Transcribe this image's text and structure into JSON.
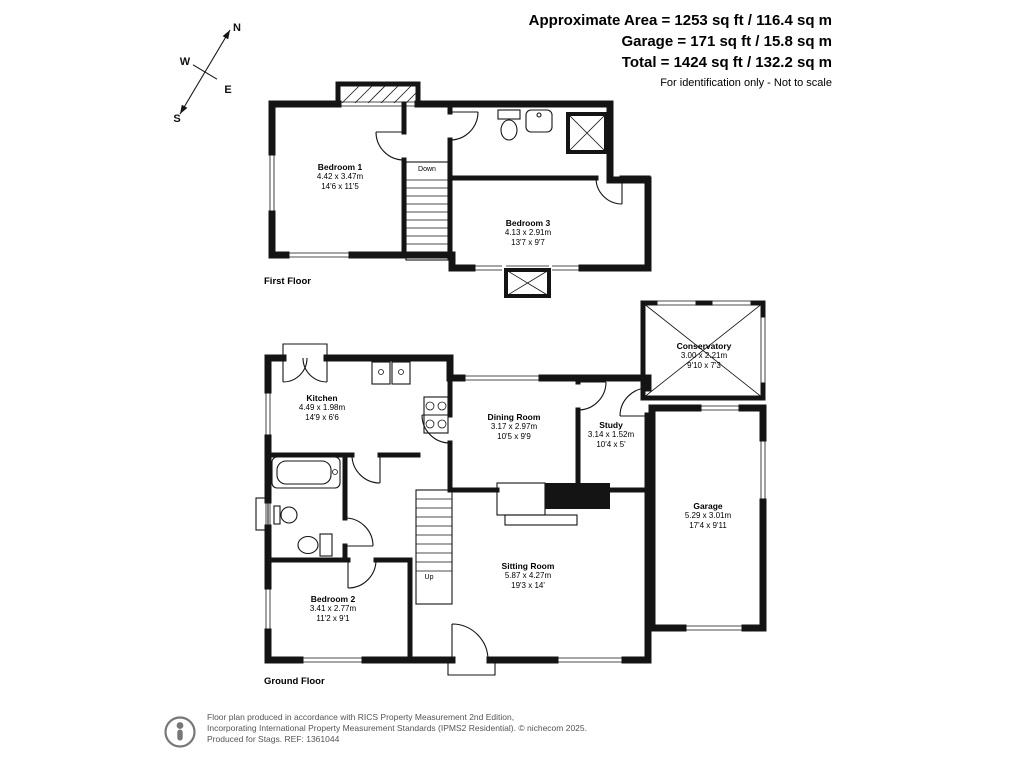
{
  "header": {
    "area_line": "Approximate Area = 1253 sq ft / 116.4 sq m",
    "garage_line": "Garage = 171 sq ft / 15.8 sq m",
    "total_line": "Total = 1424 sq ft / 132.2 sq m",
    "disclaimer": "For identification only - Not to scale"
  },
  "compass": {
    "north": "N",
    "south": "S",
    "east": "E",
    "west": "W"
  },
  "first_floor": {
    "title": "First Floor",
    "stairs_label": "Down",
    "rooms": [
      {
        "name": "Bedroom 1",
        "metric": "4.42 x 3.47m",
        "imperial": "14'6 x 11'5"
      },
      {
        "name": "Bedroom 3",
        "metric": "4.13 x 2.91m",
        "imperial": "13'7 x 9'7"
      }
    ]
  },
  "ground_floor": {
    "title": "Ground Floor",
    "stairs_label": "Up",
    "rooms": [
      {
        "name": "Kitchen",
        "metric": "4.49 x 1.98m",
        "imperial": "14'9 x 6'6"
      },
      {
        "name": "Dining Room",
        "metric": "3.17 x 2.97m",
        "imperial": "10'5 x 9'9"
      },
      {
        "name": "Study",
        "metric": "3.14 x 1.52m",
        "imperial": "10'4 x 5'"
      },
      {
        "name": "Conservatory",
        "metric": "3.00 x 2.21m",
        "imperial": "9'10 x 7'3"
      },
      {
        "name": "Garage",
        "metric": "5.29 x 3.01m",
        "imperial": "17'4 x 9'11"
      },
      {
        "name": "Sitting Room",
        "metric": "5.87 x 4.27m",
        "imperial": "19'3 x 14'"
      },
      {
        "name": "Bedroom 2",
        "metric": "3.41 x 2.77m",
        "imperial": "11'2 x 9'1"
      }
    ]
  },
  "footer": {
    "line1": "Floor plan produced in accordance with RICS Property Measurement 2nd Edition,",
    "line2": "Incorporating International Property Measurement Standards (IPMS2 Residential).  © nichecom 2025.",
    "line3": "Produced for Stags.  REF: 1361044"
  }
}
